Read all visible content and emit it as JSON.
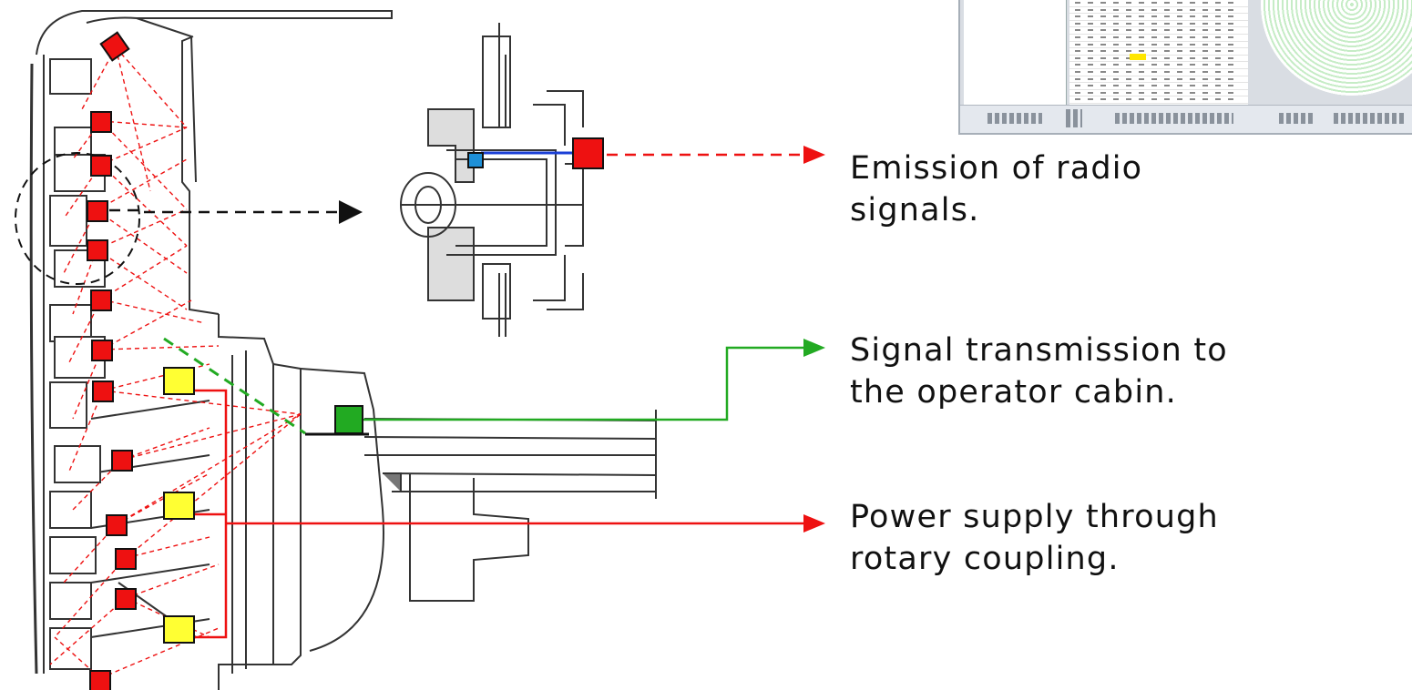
{
  "labels": {
    "emission_line1": "Emission of radio",
    "emission_line2": "signals.",
    "transmission_line1": "Signal transmission to",
    "transmission_line2": "the operator cabin.",
    "power_line1": "Power supply through",
    "power_line2": "rotary coupling."
  },
  "colors": {
    "sensor": "#ee1111",
    "power_module": "#ffff33",
    "transmitter": "#22aa22",
    "antenna": "#1e90d8",
    "radio_link": "#ee1111",
    "signal_link": "#22aa22",
    "power_line": "#ee1111",
    "detail_pointer": "#000000",
    "drawing": "#333333"
  },
  "icons": {
    "monitor": "operator-screen-thumbnail",
    "sensor": "red-square",
    "power": "yellow-square",
    "transmitter": "green-square"
  }
}
